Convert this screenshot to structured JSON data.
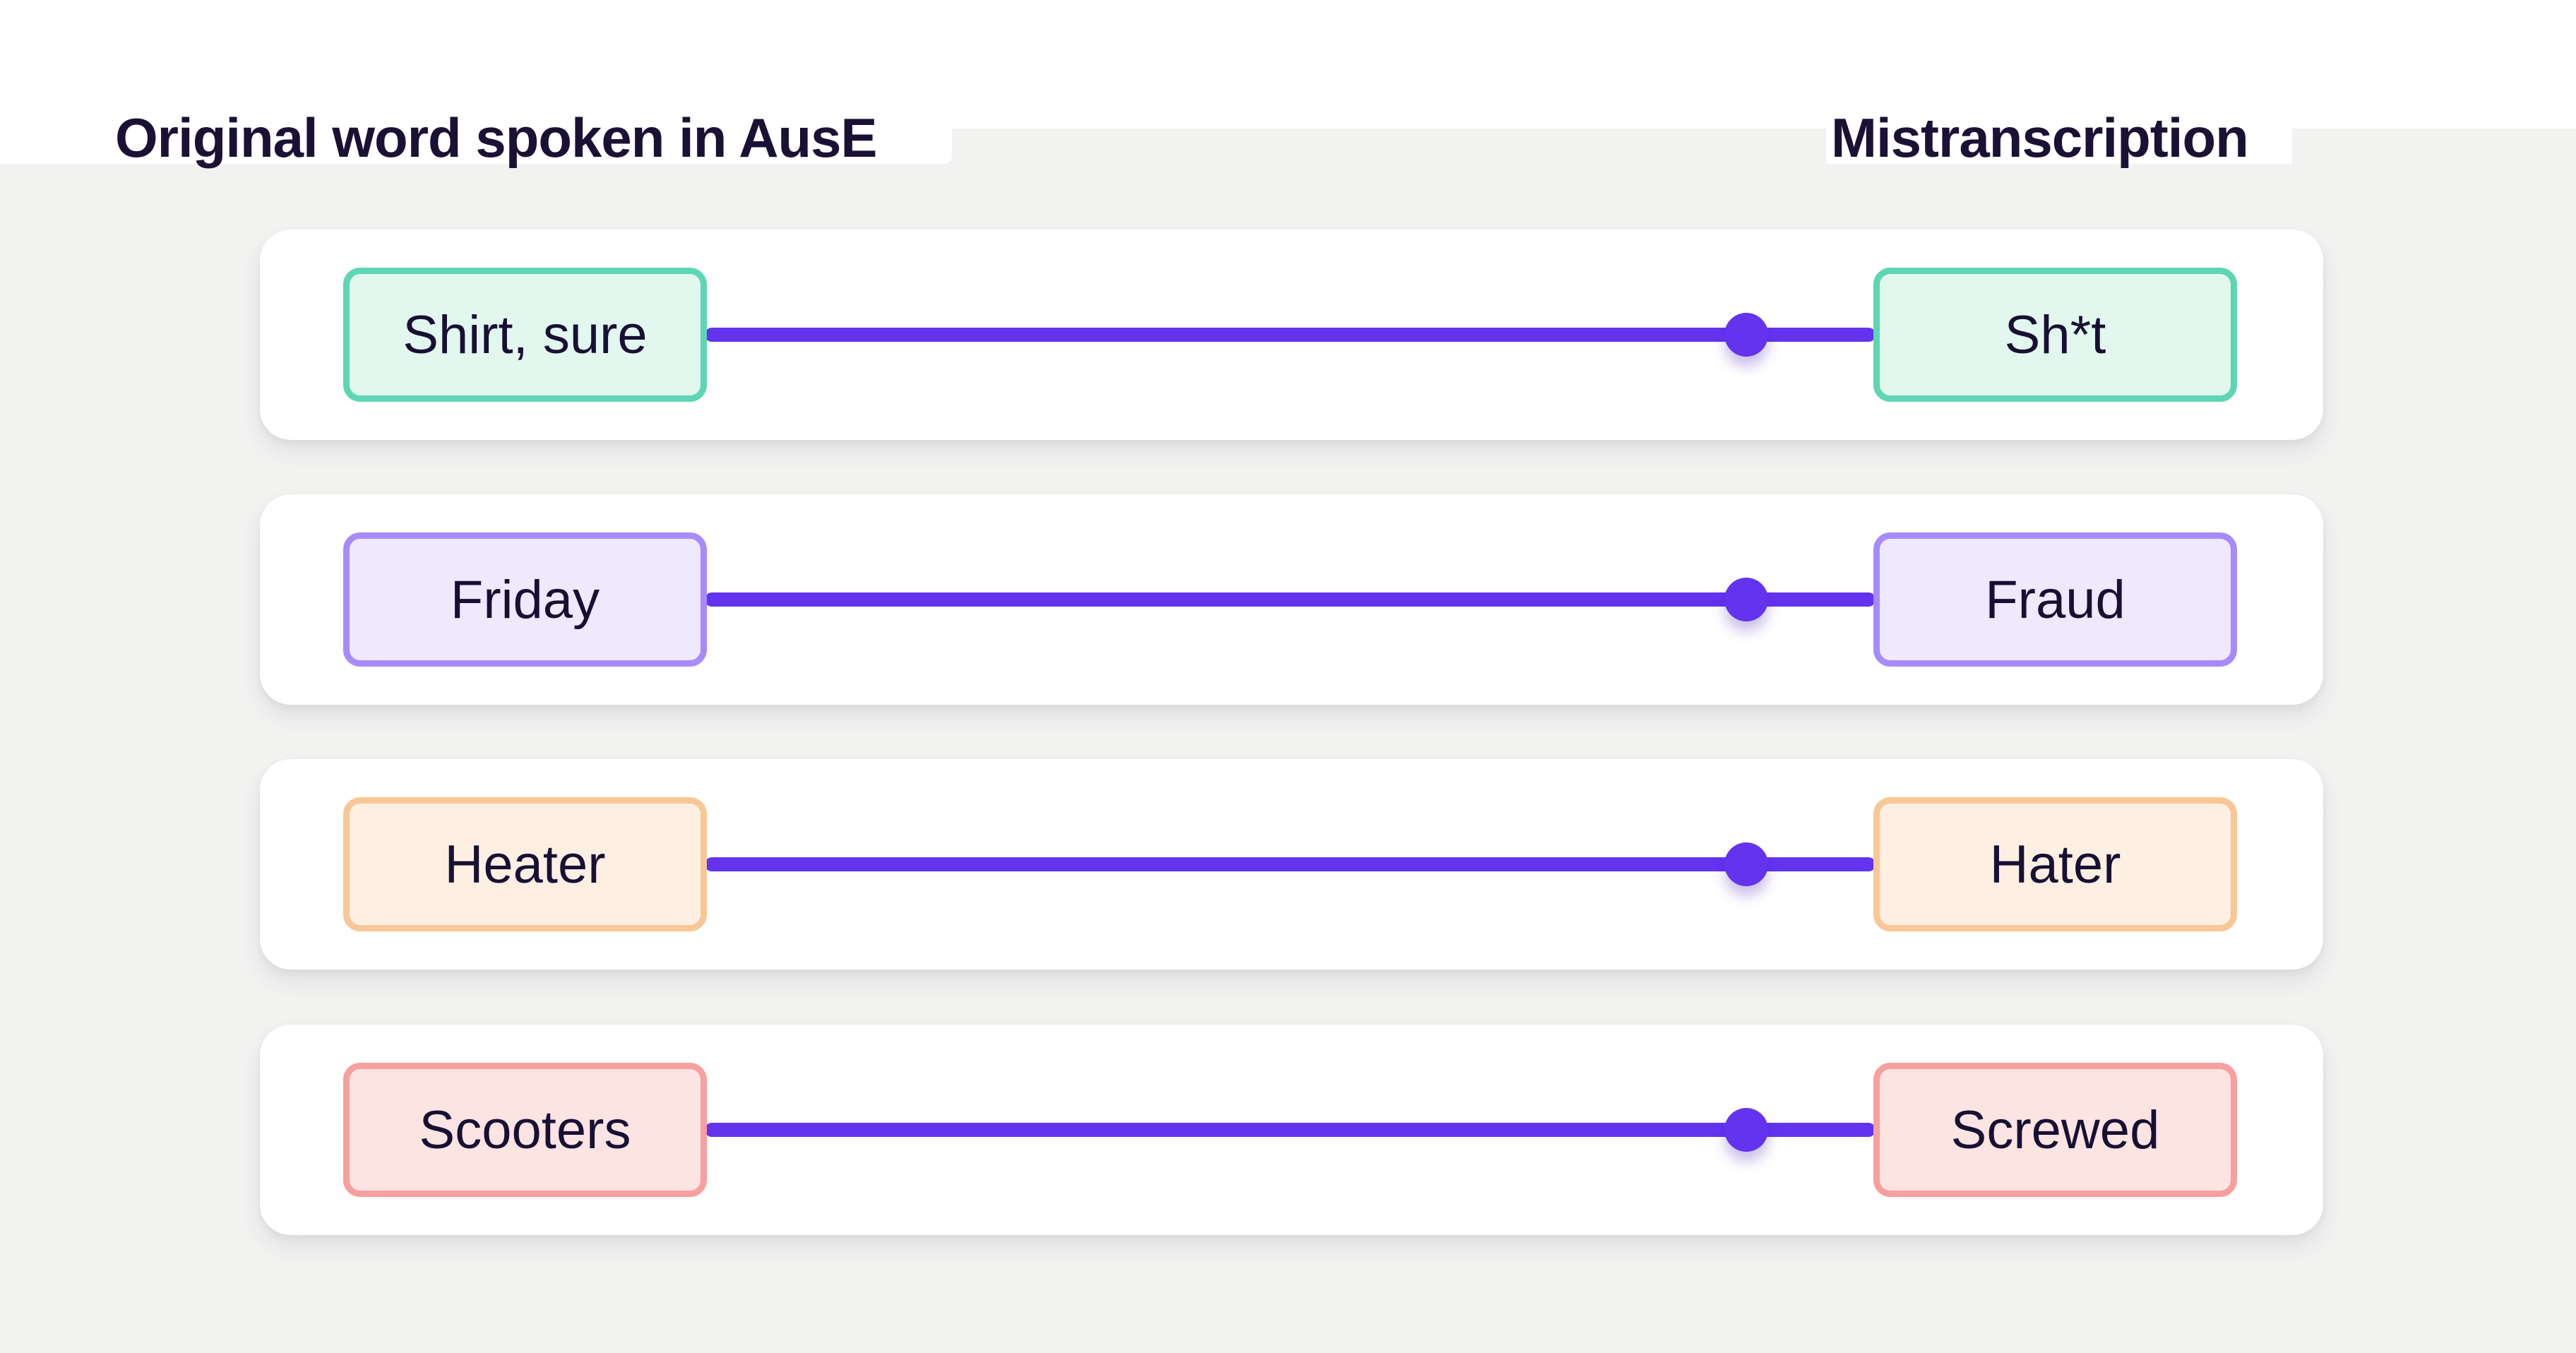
{
  "header": {
    "left_title": "Original word spoken in AusE",
    "right_title": "Mistranscription",
    "text_color": "#1a1134"
  },
  "connector": {
    "color": "#6333ee"
  },
  "page_colors": {
    "background_gray": "#f2f2f1",
    "card_white": "#ffffff"
  },
  "rows": [
    {
      "original": "Shirt, sure",
      "mistranscription": "Sh*t",
      "box_border": "#5dd6b3",
      "box_fill": "#e2f8ef"
    },
    {
      "original": "Friday",
      "mistranscription": "Fraud",
      "box_border": "#a78bfa",
      "box_fill": "#efe9fe"
    },
    {
      "original": "Heater",
      "mistranscription": "Hater",
      "box_border": "#f8c795",
      "box_fill": "#fdf0e2"
    },
    {
      "original": "Scooters",
      "mistranscription": "Screwed",
      "box_border": "#f89f9f",
      "box_fill": "#fce4e2"
    }
  ]
}
